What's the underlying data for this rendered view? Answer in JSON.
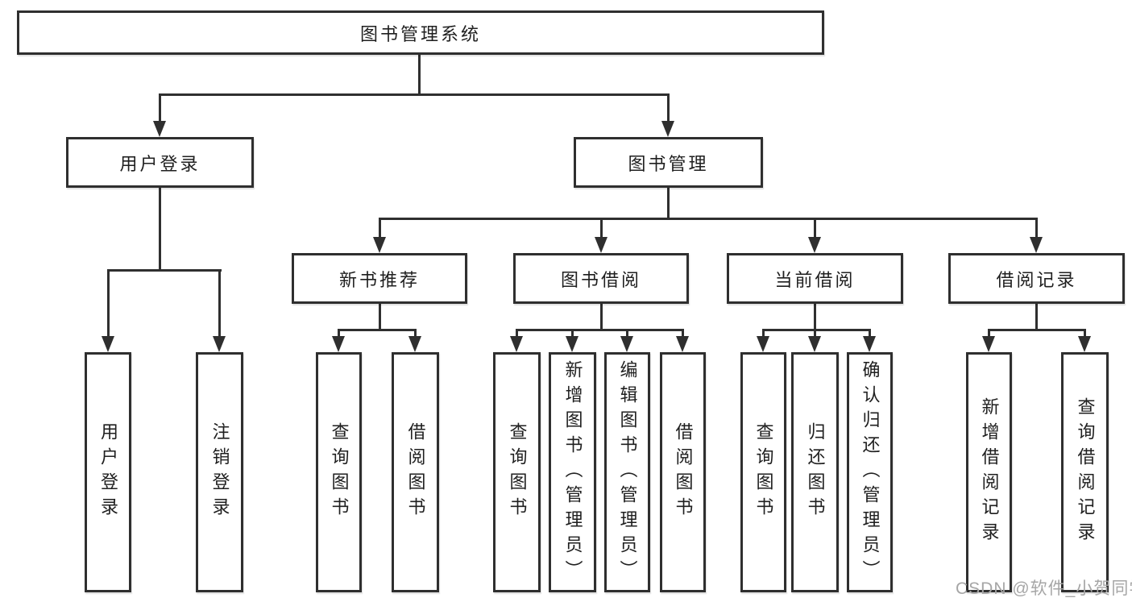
{
  "tree": {
    "root": {
      "label": "图书管理系统"
    },
    "branches": [
      {
        "label": "用户登录",
        "children": [
          {
            "label": "用户登录"
          },
          {
            "label": "注销登录"
          }
        ]
      },
      {
        "label": "图书管理",
        "children": [
          {
            "label": "新书推荐",
            "children": [
              {
                "label": "查询图书"
              },
              {
                "label": "借阅图书"
              }
            ]
          },
          {
            "label": "图书借阅",
            "children": [
              {
                "label": "查询图书"
              },
              {
                "label": "新增图书（管理员）"
              },
              {
                "label": "编辑图书（管理员）"
              },
              {
                "label": "借阅图书"
              }
            ]
          },
          {
            "label": "当前借阅",
            "children": [
              {
                "label": "查询图书"
              },
              {
                "label": "归还图书"
              },
              {
                "label": "确认归还（管理员）"
              }
            ]
          },
          {
            "label": "借阅记录",
            "children": [
              {
                "label": "新增借阅记录"
              },
              {
                "label": "查询借阅记录"
              }
            ]
          }
        ]
      }
    ]
  },
  "watermark": {
    "text": "CSDN @软件_小贺同学"
  },
  "colors": {
    "line": "#2f2f2f",
    "border": "#2f2f2f",
    "text": "#1f1f1f",
    "watermark": "#a6a6a6",
    "background": "#ffffff"
  }
}
